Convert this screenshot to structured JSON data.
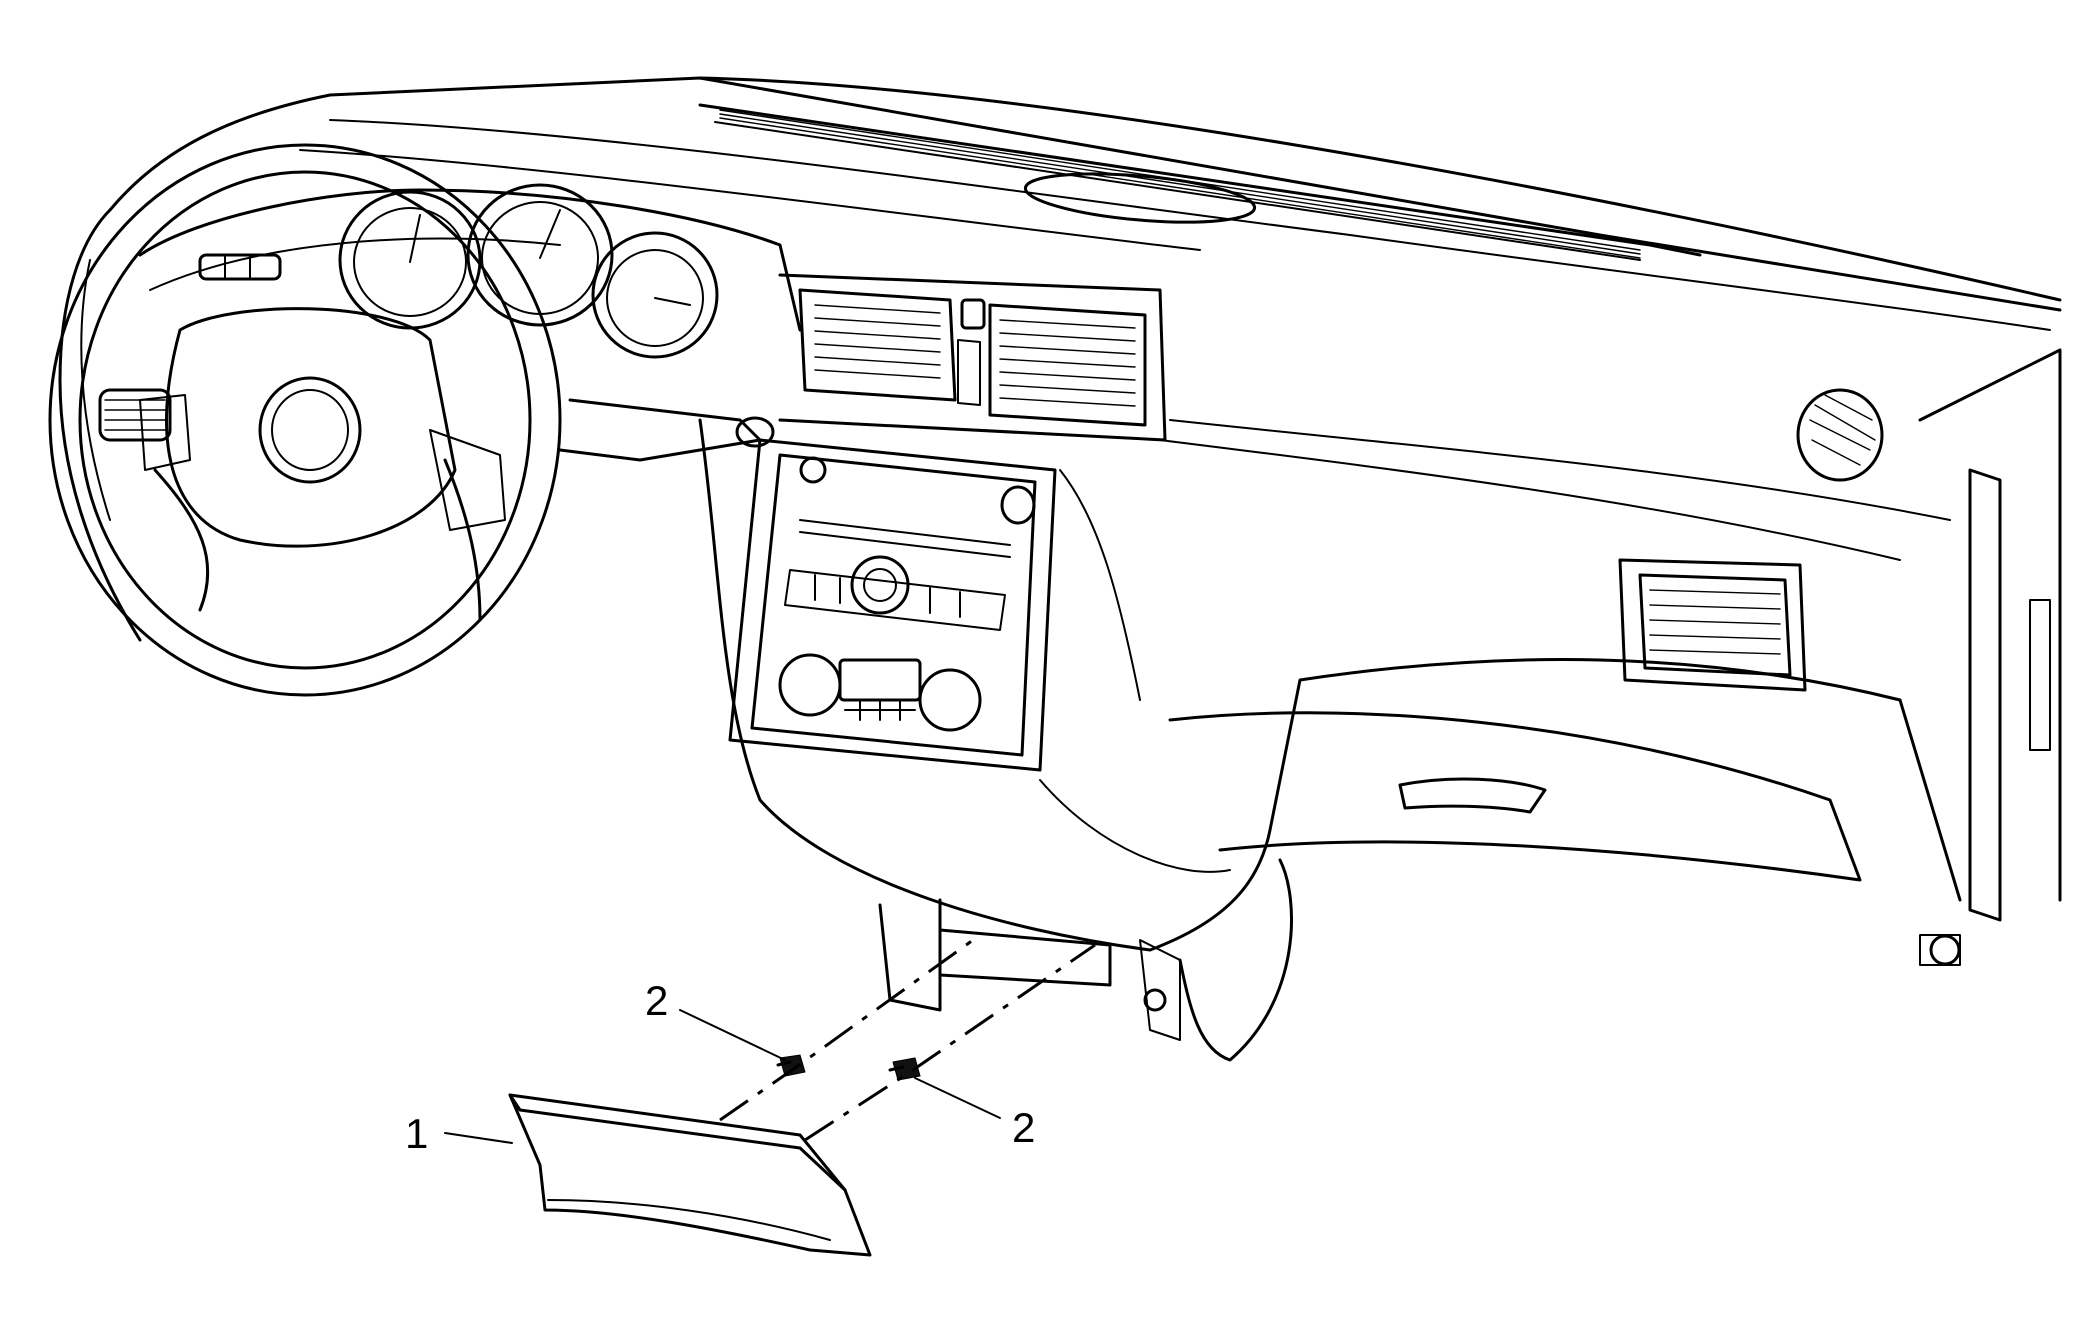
{
  "callouts": [
    {
      "number": "1",
      "part": "knee-bolster-panel"
    },
    {
      "number": "2",
      "part": "retainer-clip"
    },
    {
      "number": "2",
      "part": "retainer-clip"
    }
  ]
}
